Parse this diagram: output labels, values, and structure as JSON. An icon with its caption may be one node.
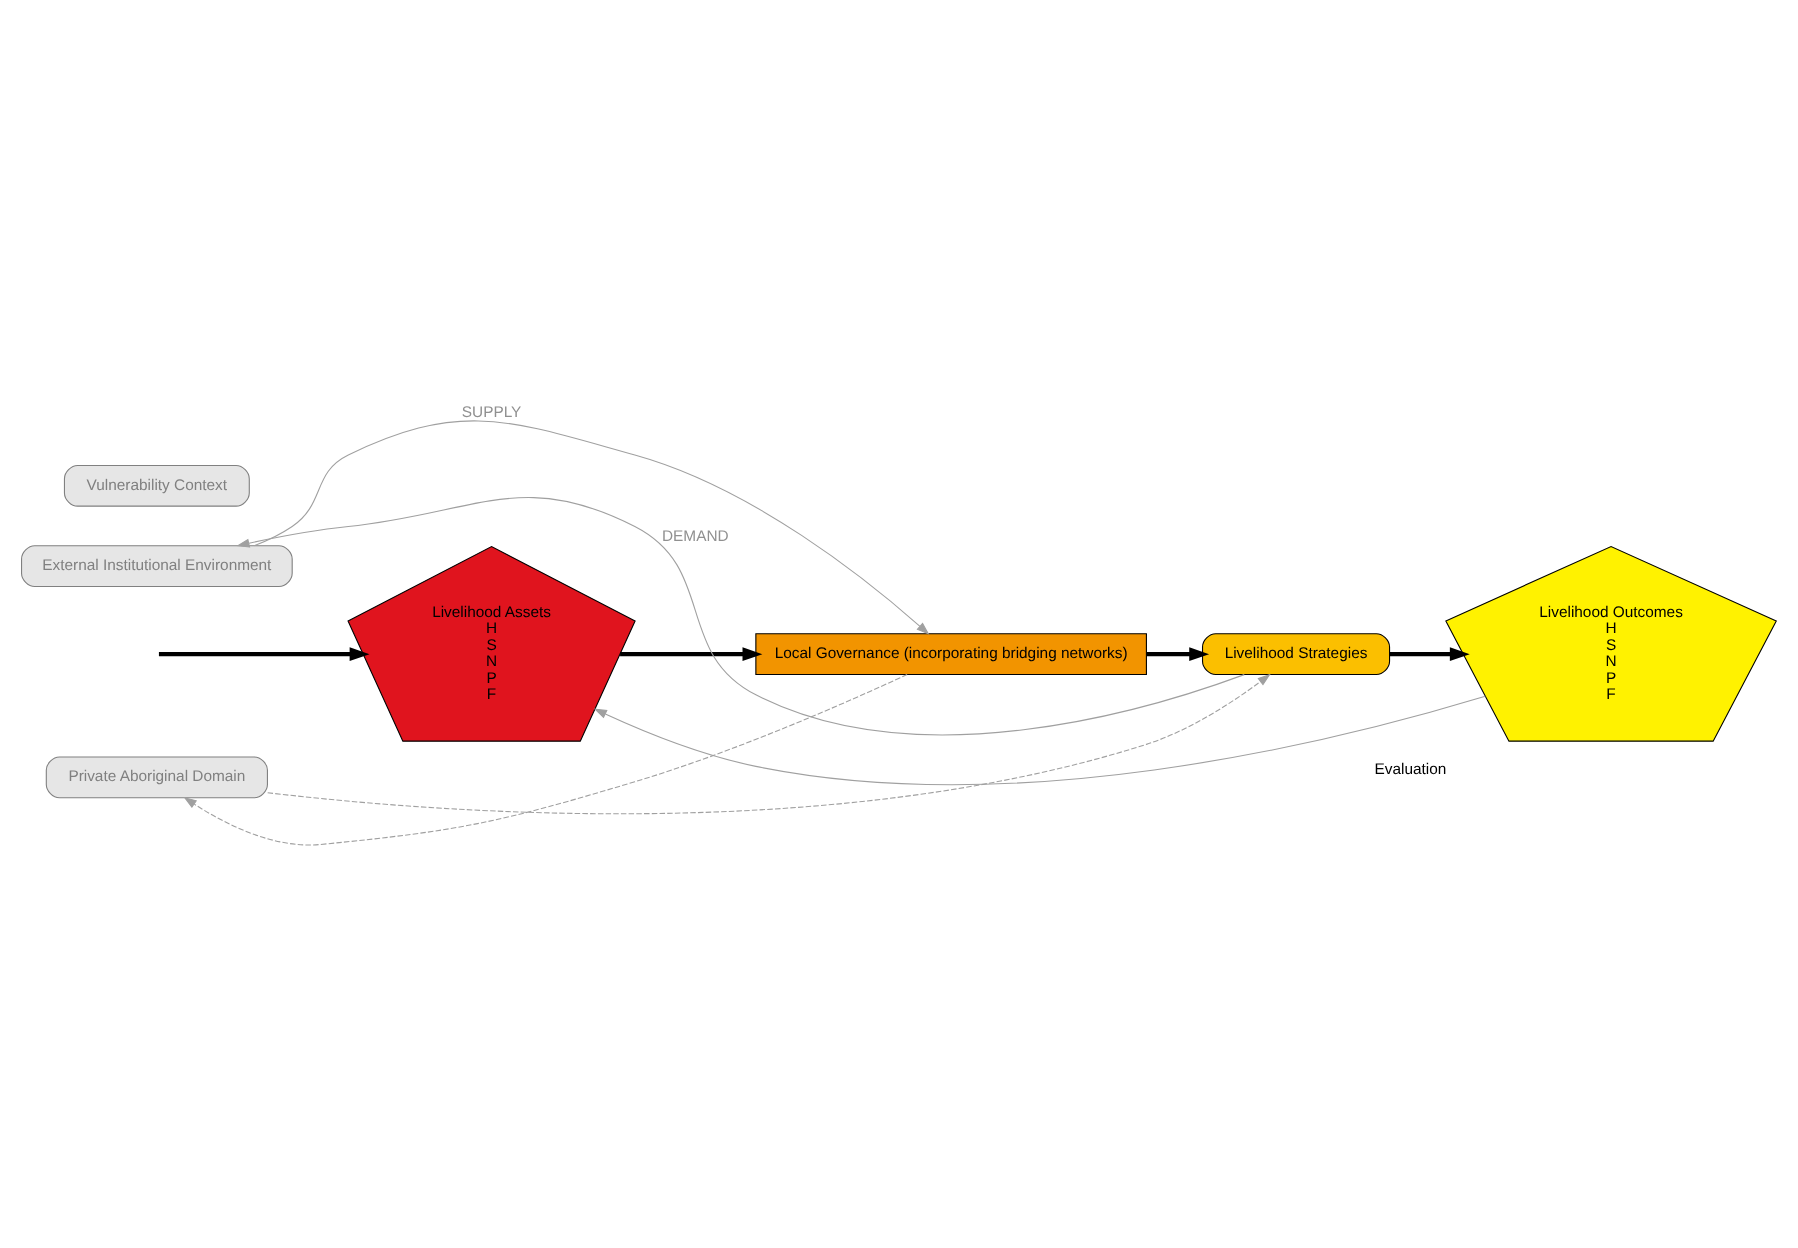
{
  "diagram": {
    "nodes": [
      {
        "text": [
          "External Institutional Environment"
        ]
      },
      {
        "text": [
          "Vulnerability Context"
        ]
      },
      {
        "text": [
          "Private Aboriginal Domain"
        ]
      },
      {
        "text": [
          "Livelihood Assets",
          "H",
          "S",
          "N",
          "P",
          "F"
        ]
      },
      {
        "text": [
          "Local Governance (incorporating bridging networks)"
        ]
      },
      {
        "text": [
          "Livelihood Strategies"
        ]
      },
      {
        "text": [
          "Livelihood Outcomes",
          "H",
          "S",
          "N",
          "P",
          "F"
        ],
        "beside": [
          "Evaluation"
        ]
      }
    ],
    "edges": [
      {
        "from": null,
        "to": 3,
        "arrow": "to",
        "style": "thick",
        "color": "#000000"
      },
      {
        "from": 3,
        "to": 4,
        "arrow": "to",
        "style": "thick",
        "color": "#000000"
      },
      {
        "from": 4,
        "to": 5,
        "arrow": "to",
        "style": "thick",
        "color": "#000000"
      },
      {
        "from": 5,
        "to": 6,
        "arrow": "to",
        "style": "thick",
        "color": "#000000"
      },
      {
        "from": 6,
        "to": 3,
        "arrow": "to",
        "color": "#a0a0a0"
      },
      {
        "from": 0,
        "to": 4,
        "arrow": "to",
        "label": "SUPPLY",
        "color": "#a0a0a0"
      },
      {
        "from": 5,
        "to": 0,
        "arrow": "to",
        "label": "DEMAND",
        "color": "#a0a0a0"
      },
      {
        "from": 4,
        "to": 2,
        "arrow": "to",
        "style": "dashed",
        "color": "#a0a0a0"
      },
      {
        "from": 2,
        "to": 5,
        "arrow": "to",
        "style": "dashed",
        "color": "#a0a0a0"
      }
    ]
  }
}
